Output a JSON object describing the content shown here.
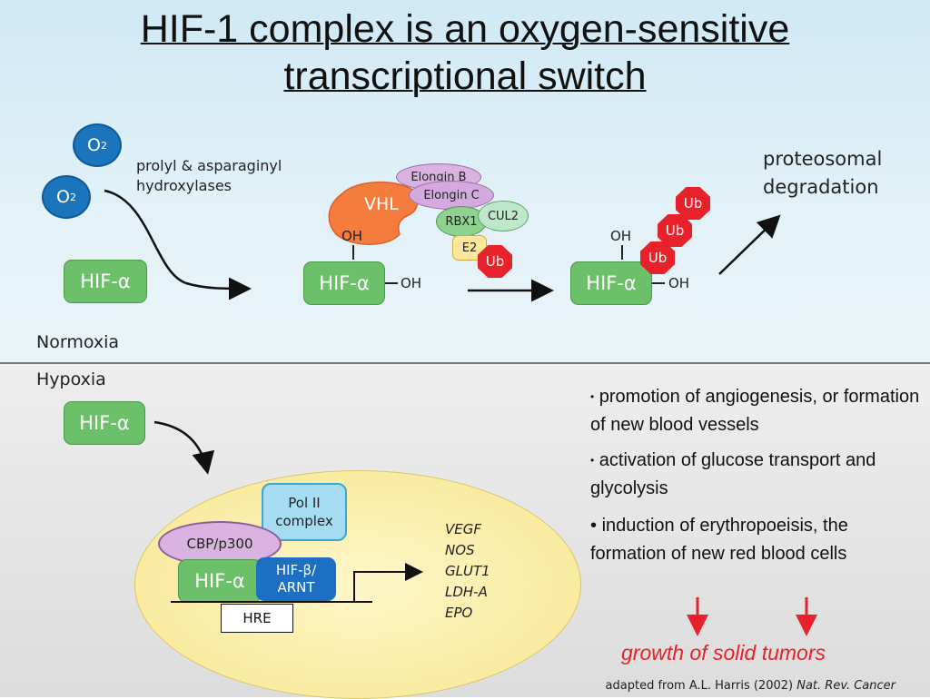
{
  "title": {
    "line1": "HIF-1 complex is an oxygen-sensitive",
    "line2": "transcriptional switch"
  },
  "normoxia": {
    "label": "Normoxia",
    "o2": "O",
    "o2_sub": "2",
    "enzyme_line1": "prolyl & asparaginyl",
    "enzyme_line2": "hydroxylases",
    "hif_alpha": "HIF-α",
    "oh": "OH",
    "vhl": "VHL",
    "elongin_b": "Elongin B",
    "elongin_c": "Elongin C",
    "rbx1": "RBX1",
    "cul2": "CUL2",
    "e2": "E2",
    "ub": "Ub",
    "degradation_line1": "proteosomal",
    "degradation_line2": "degradation"
  },
  "hypoxia": {
    "label": "Hypoxia",
    "hif_alpha": "HIF-α",
    "pol2_line1": "Pol II",
    "pol2_line2": "complex",
    "cbp": "CBP/p300",
    "hif_beta_line1": "HIF-β/",
    "hif_beta_line2": "ARNT",
    "hre": "HRE",
    "genes": [
      "VEGF",
      "NOS",
      "GLUT1",
      "LDH-A",
      "EPO"
    ]
  },
  "effects": {
    "bullet_symbol": "•",
    "items": [
      "promotion of angiogenesis, or formation of new blood vessels",
      "activation of glucose transport and glycolysis",
      "induction of erythropoeisis, the formation of new red blood cells"
    ],
    "outcome": "growth of solid tumors"
  },
  "credit": {
    "prefix": "adapted from A.L. Harris (2002)",
    "journal": "Nat. Rev. Cancer"
  },
  "colors": {
    "hif": "#6cc06a",
    "o2": "#1b75bc",
    "vhl": "#f47c3c",
    "ub": "#e8222a",
    "elongin": "#d9b3e0",
    "rbx1": "#8fd18f",
    "cul2": "#bfe7c9",
    "e2": "#fde79a",
    "pol2": "#a6dcf2",
    "hif_beta": "#1c6fc2",
    "nucleus": "#fbeea6",
    "outcome": "#e8222a"
  }
}
